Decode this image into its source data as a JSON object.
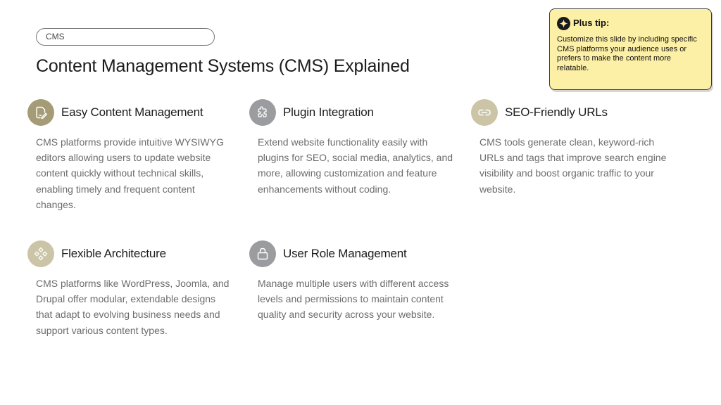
{
  "header": {
    "tag": "CMS",
    "title": "Content Management Systems (CMS) Explained"
  },
  "tip": {
    "title": "Plus tip:",
    "body": "Customize this slide by including specific CMS platforms your audience uses or prefers to make the content more relatable."
  },
  "cards": [
    {
      "icon": "edit-document-icon",
      "title": "Easy Content Management",
      "body": "CMS platforms provide intuitive WYSIWYG editors allowing users to update website content quickly without technical skills, enabling timely and frequent content changes."
    },
    {
      "icon": "puzzle-icon",
      "title": "Plugin Integration",
      "body": "Extend website functionality easily with plugins for SEO, social media, analytics, and more, allowing customization and feature enhancements without coding."
    },
    {
      "icon": "link-icon",
      "title": "SEO-Friendly URLs",
      "body": "CMS tools generate clean, keyword-rich URLs and tags that improve search engine visibility and boost organic traffic to your website."
    },
    {
      "icon": "modules-icon",
      "title": "Flexible Architecture",
      "body": "CMS platforms like WordPress, Joomla, and Drupal offer modular, extendable designs that adapt to evolving business needs and support various content types."
    },
    {
      "icon": "lock-icon",
      "title": "User Role Management",
      "body": "Manage multiple users with different access levels and permissions to maintain content quality and security across your website."
    }
  ],
  "colors": {
    "icon_gold": "#a59c77",
    "icon_grey": "#9a9c9f",
    "icon_sand": "#cbc4a6",
    "tip_background": "#fcefa6"
  }
}
